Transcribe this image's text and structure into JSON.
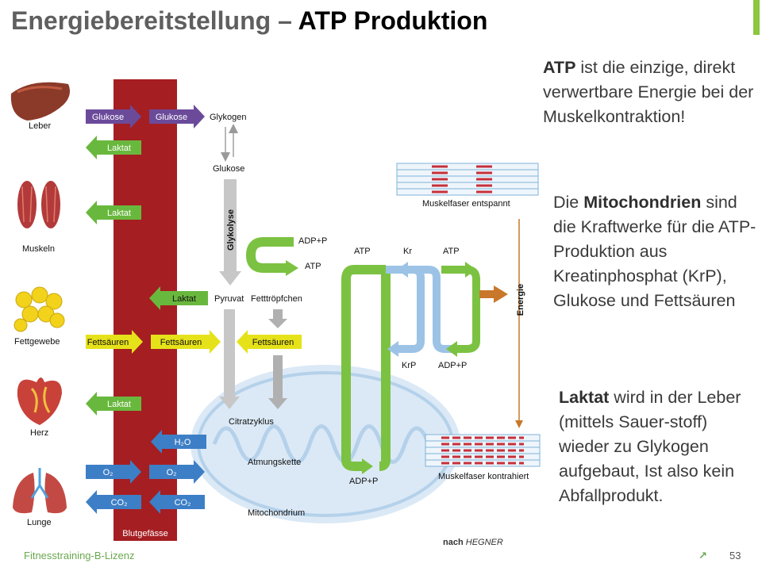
{
  "title": {
    "main": "Energiebereitstellung",
    "dash": " – ",
    "accent": "ATP Produktion"
  },
  "organs": {
    "liver": "Leber",
    "muscles": "Muskeln",
    "fat_tissue": "Fettgewebe",
    "heart": "Herz",
    "lungs": "Lunge",
    "blood_vessels": "Blutgefässe"
  },
  "arrows": {
    "glukose": "Glukose",
    "laktat": "Laktat",
    "fettsaeuren": "Fettsäuren",
    "h2o": "H₂O",
    "o2": "O₂",
    "co2": "CO₂"
  },
  "metabolism": {
    "glykogen": "Glykogen",
    "glukose": "Glukose",
    "glykolyse": "Glykolyse",
    "pyruvat": "Pyruvat",
    "fetttroepfchen": "Fetttröpfchen",
    "citratzyklus": "Citratzyklus",
    "atmungskette": "Atmungskette",
    "mitochondrium": "Mitochondrium"
  },
  "energy_cycle": {
    "adp_p": "ADP+P",
    "atp": "ATP",
    "kr": "Kr",
    "krp": "KrP",
    "energie": "Energie",
    "muscle_relaxed": "Muskelfaser entspannt",
    "muscle_contracted": "Muskelfaser kontrahiert"
  },
  "credit": {
    "prefix": "nach",
    "name": "HEGNER"
  },
  "text": {
    "p1_bold": "ATP",
    "p1_rest": " ist die einzige, direkt verwertbare Energie bei der Muskelkontraktion!",
    "p2_pre": "Die ",
    "p2_bold": "Mitochondrien",
    "p2_rest": " sind die Kraftwerke für die ATP-Produktion aus Kreatinphosphat (KrP), Glukose und Fettsäuren",
    "p3_bold": "Laktat",
    "p3_rest": " wird in der Leber (mittels Sauer-stoff) wieder zu Glykogen aufgebaut, Ist also kein Abfallprodukt."
  },
  "footer": {
    "left": "Fitnesstraining-B-Lizenz",
    "page": "53",
    "logo": "↗"
  },
  "colors": {
    "blood": "#a51e22",
    "glukose": "#6b4a9a",
    "laktat": "#69b83e",
    "fett": "#e6e21a",
    "gas": "#3d7fc6",
    "atp_green": "#7cc242",
    "krp_blue": "#9cc3e6",
    "energy": "#c8782a",
    "mito": "#cfe3f3",
    "accent": "#8dc63f"
  }
}
